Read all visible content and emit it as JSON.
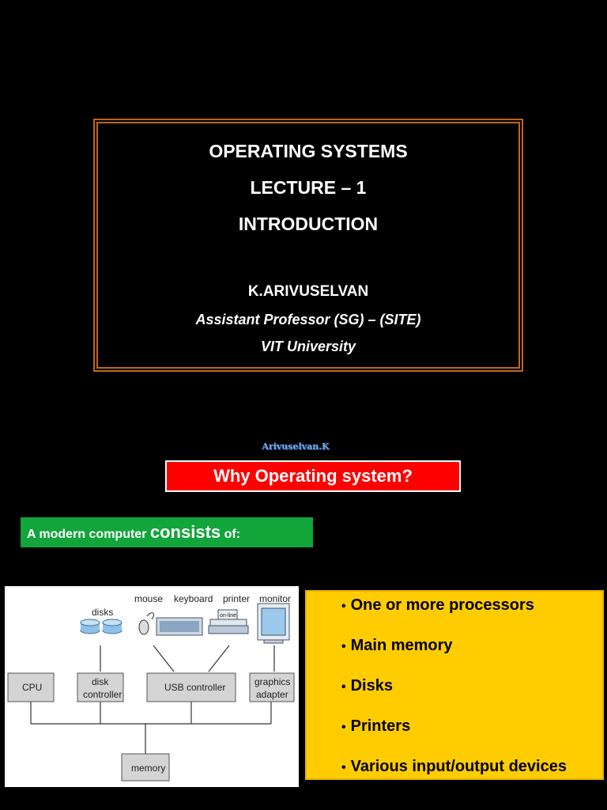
{
  "title": {
    "line1": "OPERATING SYSTEMS",
    "line2": "LECTURE – 1",
    "line3": "INTRODUCTION",
    "author": "K.ARIVUSELVAN",
    "position": "Assistant Professor (SG) – (SITE)",
    "university": "VIT University"
  },
  "watermark": "Arivuselvan.K",
  "question": "Why Operating system?",
  "consists": {
    "prefix": "A modern computer ",
    "emphasis": "consists",
    "suffix": " of:"
  },
  "diagram": {
    "disks": "disks",
    "mouse": "mouse",
    "keyboard": "keyboard",
    "printer": "printer",
    "printer_tag": "on-line",
    "monitor": "monitor",
    "cpu": "CPU",
    "disk_controller_1": "disk",
    "disk_controller_2": "controller",
    "usb_controller": "USB controller",
    "graphics_adapter_1": "graphics",
    "graphics_adapter_2": "adapter",
    "memory": "memory"
  },
  "components": [
    "One or more processors",
    "Main memory",
    "Disks",
    "Printers",
    "Various input/output devices"
  ],
  "colors": {
    "border": "#c0661a",
    "question_bg": "#ff0000",
    "consists_bg": "#12a53a",
    "list_bg": "#ffcc00"
  }
}
